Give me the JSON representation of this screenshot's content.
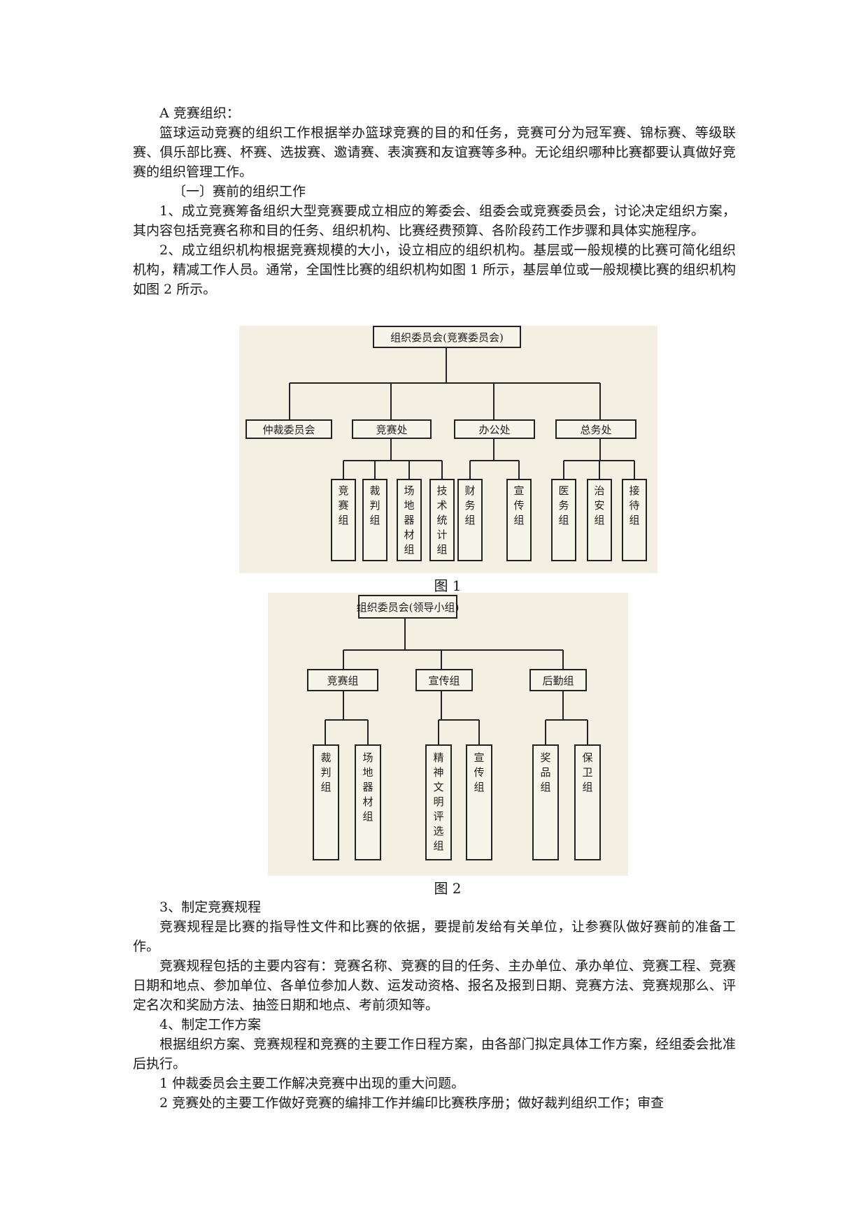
{
  "text_top": [
    {
      "style": "heading",
      "text": "A 竞赛组织："
    },
    {
      "style": "para",
      "text": "篮球运动竞赛的组织工作根据举办篮球竞赛的目的和任务，竞赛可分为冠军赛、锦标赛、等级联赛、俱乐部比赛、杯赛、选拔赛、邀请赛、表演赛和友谊赛等多种。无论组织哪种比赛都要认真做好竞赛的组织管理工作。"
    },
    {
      "style": "subheading",
      "text": "〔一〕赛前的组织工作"
    },
    {
      "style": "para",
      "text": "1、成立竞赛筹备组织大型竞赛要成立相应的筹委会、组委会或竞赛委员会，讨论决定组织方案，其内容包括竞赛名称和目的任务、组织机构、比赛经费预算、各阶段药工作步骤和具体实施程序。"
    },
    {
      "style": "para",
      "text": "2、成立组织机构根据竞赛规模的大小，设立相应的组织机构。基层或一般规模的比赛可简化组织机构，精减工作人员。通常，全国性比赛的组织机构如图 1 所示，基层单位或一般规模比赛的组织机构如图 2 所示。"
    }
  ],
  "figure1": {
    "caption": "图 1",
    "root": "组织委员会(竞赛委员会)",
    "level1": [
      "仲裁委员会",
      "竞赛处",
      "办公处",
      "总务处"
    ],
    "groups": {
      "竞赛处": [
        "竞赛组",
        "裁判组",
        "场地器材组",
        "技术统计组"
      ],
      "办公处": [
        "财务组",
        "宣传组"
      ],
      "总务处": [
        "医务组",
        "治安组",
        "接待组"
      ]
    }
  },
  "figure2": {
    "caption": "图 2",
    "root": "组织委员会(领导小组)",
    "level1": [
      "竞赛组",
      "宣传组",
      "后勤组"
    ],
    "groups": {
      "竞赛组": [
        "裁判组",
        "场地器材组"
      ],
      "宣传组": [
        "精神文明评选组",
        "宣传组"
      ],
      "后勤组": [
        "奖品组",
        "保卫组"
      ]
    }
  },
  "text_bottom": [
    {
      "style": "para",
      "text": "3、制定竞赛规程"
    },
    {
      "style": "para",
      "text": "竞赛规程是比赛的指导性文件和比赛的依据，要提前发给有关单位，让参赛队做好赛前的准备工作。"
    },
    {
      "style": "para",
      "text": "竞赛规程包括的主要内容有：竞赛名称、竞赛的目的任务、主办单位、承办单位、竞赛工程、竞赛日期和地点、参加单位、各单位参加人数、运发动资格、报名及报到日期、竞赛方法、竞赛规那么、评定名次和奖励方法、抽签日期和地点、考前须知等。"
    },
    {
      "style": "para",
      "text": "4、制定工作方案"
    },
    {
      "style": "para",
      "text": "根据组织方案、竞赛规程和竞赛的主要工作日程方案，由各部门拟定具体工作方案，经组委会批准后执行。"
    },
    {
      "style": "para",
      "text": "1 仲裁委员会主要工作解决竞赛中出现的重大问题。"
    },
    {
      "style": "para",
      "text": "2 竞赛处的主要工作做好竞赛的编排工作并编印比赛秩序册；做好裁判组织工作；审查"
    }
  ]
}
